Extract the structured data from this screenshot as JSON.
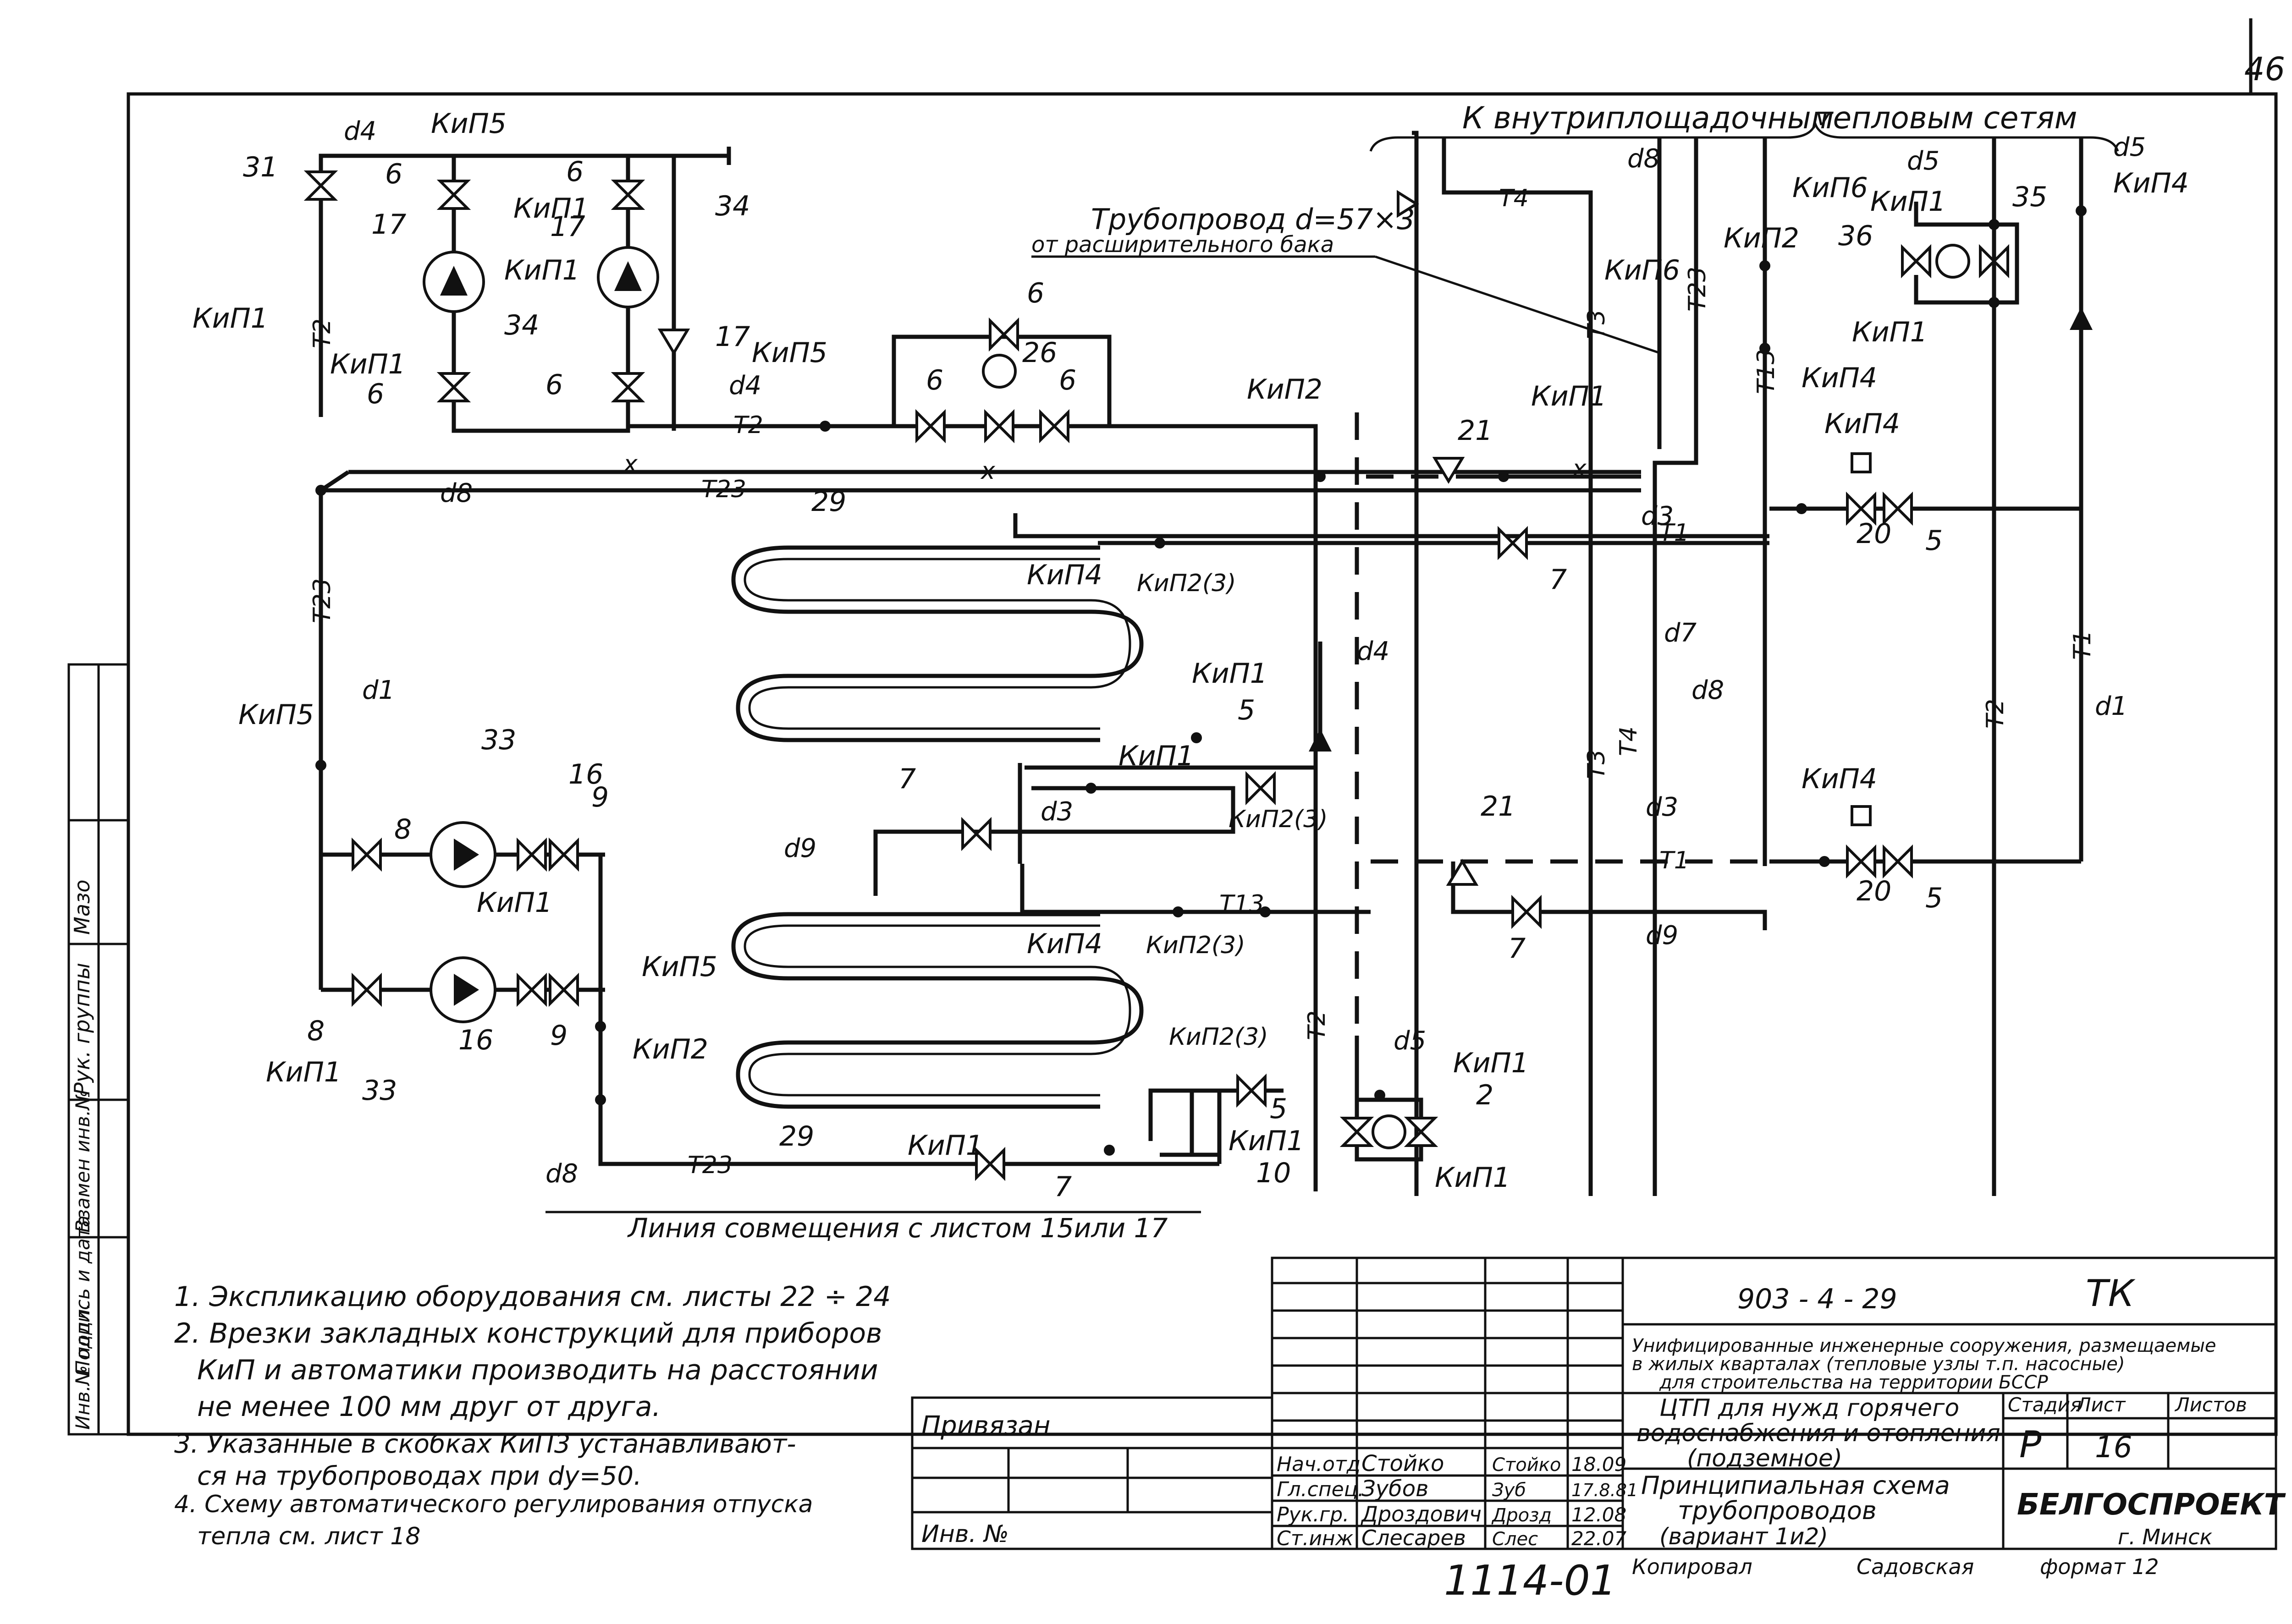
{
  "sheet_corner_number": "46",
  "header": {
    "to_networks_left": "К внутриплощадочным",
    "to_networks_right": "тепловым сетям",
    "pipeline_label": "Трубопровод d=57×3",
    "pipeline_sub": "от расширительного бака"
  },
  "pipe_codes": {
    "t1": "Т1",
    "t2": "Т2",
    "t3": "Т3",
    "t4": "Т4",
    "t13": "Т13",
    "t23": "Т23",
    "x": "х"
  },
  "diameters": {
    "d1": "d1",
    "d3": "d3",
    "d4": "d4",
    "d5": "d5",
    "d7": "d7",
    "d8": "d8",
    "d9": "d9"
  },
  "kip": {
    "k1": "КиП1",
    "k2": "КиП2",
    "k23": "КиП2(3)",
    "k4": "КиП4",
    "k5": "КиП5",
    "k6": "КиП6"
  },
  "numbers": {
    "n2": "2",
    "n5": "5",
    "n6": "6",
    "n7": "7",
    "n8": "8",
    "n9": "9",
    "n10": "10",
    "n16": "16",
    "n17": "17",
    "n20": "20",
    "n21": "21",
    "n26": "26",
    "n29": "29",
    "n31": "31",
    "n33": "33",
    "n34": "34",
    "n35": "35",
    "n36": "36"
  },
  "combine_line": "Линия совмещения с листом 15или 17",
  "notes": [
    "1. Экспликацию оборудования см. листы 22 ÷ 24",
    "2. Врезки закладных конструкций для приборов",
    "КиП и автоматики производить на расстоянии",
    "не менее 100 мм друг от друга.",
    "3. Указанные в скобках КиП3 устанавливают-",
    "ся на трубопроводах при dу=50.",
    "4. Схему автоматического регулирования отпуска",
    "тепла см. лист 18"
  ],
  "left_margin": {
    "ruk_gruppy": "Рук. группы",
    "mazo": "Мазо",
    "vzamen": "Взамен инв.№",
    "podpis": "Подпись и дата",
    "inv_podl": "Инв.№ подл."
  },
  "title_block": {
    "doc_code": "903 - 4 - 29",
    "mark": "ТК",
    "project_desc": [
      "Унифицированные инженерные сооружения, размещаемые",
      "в жилых кварталах (тепловые узлы т.п. насосные)",
      "для строительства на территории БССР"
    ],
    "object": [
      "ЦТП для нужд горячего",
      "водоснабжения и отопления",
      "(подземное)"
    ],
    "drawing": [
      "Принципиальная схема",
      "трубопроводов",
      "(вариант 1и2)"
    ],
    "stage_label": "Стадия",
    "sheet_label": "Лист",
    "sheets_label": "Листов",
    "stage": "Р",
    "sheet": "16",
    "org": "БЕЛГОСПРОЕКТ",
    "city": "г. Минск",
    "privyazan": "Привязан",
    "inv_no": "Инв. №",
    "staff": [
      {
        "role": "Нач.отд",
        "name": "Стойко",
        "sign": "Стойко",
        "date": "18.09"
      },
      {
        "role": "Гл.спец.",
        "name": "Зубов",
        "sign": "Зуб",
        "date": "17.8.81"
      },
      {
        "role": "Рук.гр.",
        "name": "Дроздович",
        "sign": "Дрозд",
        "date": "12.08"
      },
      {
        "role": "Ст.инж",
        "name": "Слесарев",
        "sign": "Слес",
        "date": "22.07"
      }
    ],
    "archive_no": "1114-01",
    "copied_label": "Копировал",
    "copied_by": "Садовская",
    "format": "формат 12"
  }
}
